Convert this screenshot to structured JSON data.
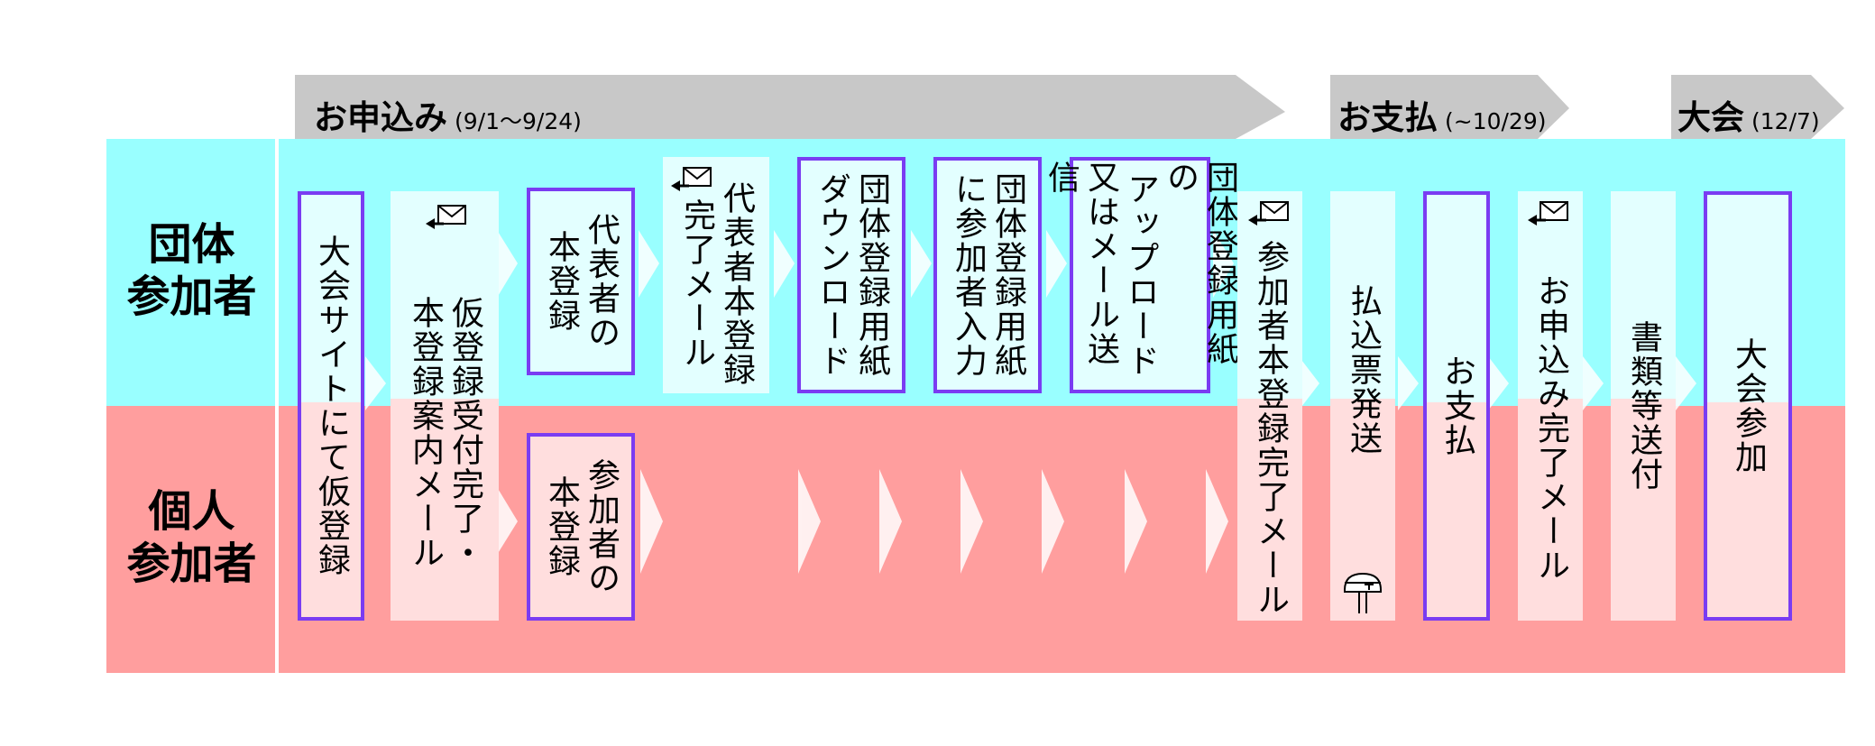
{
  "phases": [
    {
      "title": "お申込み",
      "sub": "(9/1〜9/24)"
    },
    {
      "title": "お支払",
      "sub": "(~10/29)"
    },
    {
      "title": "大会",
      "sub": "(12/7)"
    }
  ],
  "rows": {
    "group": "団体\n参加者",
    "individual": "個人\n参加者"
  },
  "steps": {
    "s1": "大会サイトにて仮登録",
    "s2a": "仮登録受付完了・",
    "s2b": "本登録案内メール",
    "g3a": "代表者の",
    "g3b": "本登録",
    "g4a": "代表者本登録",
    "g4b": "完了メール",
    "g5a": "団体登録用紙",
    "g5b": "ダウンロード",
    "g6a": "団体登録用紙",
    "g6b": "に参加者入力",
    "g7a": "団体登録用紙の",
    "g7b": "アップロード",
    "g7c": "又はメール送信",
    "i3a": "参加者の",
    "i3b": "本登録",
    "s8": "参加者本登録完了メール",
    "s9": "払込票発送",
    "s10": "お支払",
    "s11": "お申込み完了メール",
    "s12": "書類等送付",
    "s13": "大会参加"
  },
  "icons": {
    "mail": "mail-arrow-icon",
    "postbox": "postbox-icon"
  },
  "colors": {
    "cyan": "#99ffff",
    "pink": "#ff9e9e",
    "gray": "#c8c8c8",
    "outline": "#7a3cf2"
  }
}
